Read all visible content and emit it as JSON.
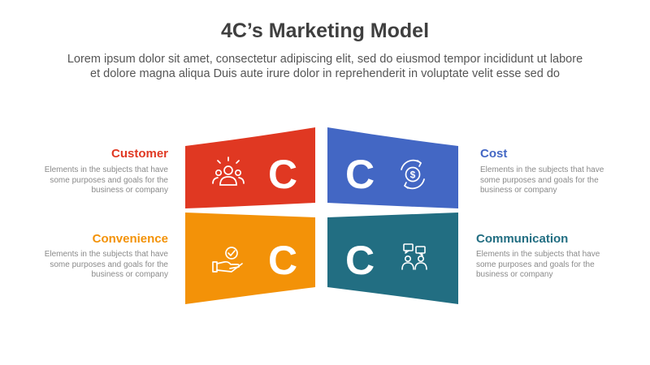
{
  "header": {
    "title": "4C’s Marketing Model",
    "subtitle_line1": "Lorem ipsum dolor sit amet, consectetur adipiscing elit, sed do eiusmod tempor incididunt ut labore",
    "subtitle_line2": "et dolore magna aliqua Duis aute irure dolor in reprehenderit in voluptate velit esse sed do"
  },
  "quadrants": [
    {
      "key": "customer",
      "letter": "C",
      "title": "Customer",
      "desc_line1": "Elements in the subjects that have",
      "desc_line2": "some purposes and goals for the",
      "desc_line3": "business or company",
      "color": "#E03822",
      "icon": "people-group-icon"
    },
    {
      "key": "cost",
      "letter": "C",
      "title": "Cost",
      "desc_line1": "Elements in the subjects that have",
      "desc_line2": "some purposes and goals for the",
      "desc_line3": "business or company",
      "color": "#4367C4",
      "icon": "dollar-cycle-icon"
    },
    {
      "key": "convenience",
      "letter": "C",
      "title": "Convenience",
      "desc_line1": "Elements in the subjects that have",
      "desc_line2": "some purposes and goals for the",
      "desc_line3": "business or company",
      "color": "#F39208",
      "icon": "hand-check-icon"
    },
    {
      "key": "communication",
      "letter": "C",
      "title": "Communication",
      "desc_line1": "Elements in the subjects that have",
      "desc_line2": "some purposes and goals for the",
      "desc_line3": "business or company",
      "color": "#226E82",
      "icon": "chat-people-icon"
    }
  ]
}
